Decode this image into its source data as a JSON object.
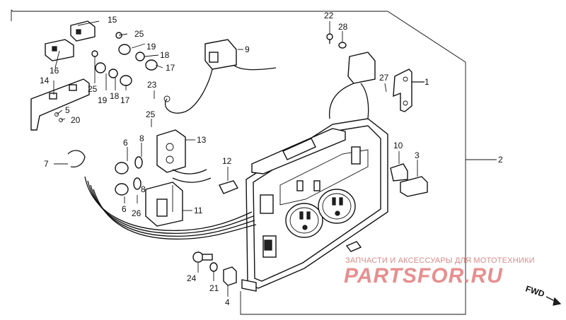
{
  "callouts": {
    "c1": "1",
    "c2": "2",
    "c3": "3",
    "c4": "4",
    "c5": "5",
    "c6a": "6",
    "c6b": "6",
    "c7": "7",
    "c8a": "8",
    "c8b": "8",
    "c9": "9",
    "c10": "10",
    "c11": "11",
    "c12": "12",
    "c13": "13",
    "c14": "14",
    "c15": "15",
    "c16": "16",
    "c17a": "17",
    "c17b": "17",
    "c18a": "18",
    "c18b": "18",
    "c19a": "19",
    "c19b": "19",
    "c20": "20",
    "c21": "21",
    "c22": "22",
    "c23": "23",
    "c24": "24",
    "c25a": "25",
    "c25b": "25",
    "c25c": "25",
    "c26": "26",
    "c27": "27",
    "c28": "28"
  },
  "watermark": {
    "tagline": "ЗАПЧАСТИ И АКСЕССУАРЫ ДЛЯ МОТОТЕХНИКИ",
    "brand": "PARTSFOR.RU"
  },
  "direction_label": "FWD"
}
